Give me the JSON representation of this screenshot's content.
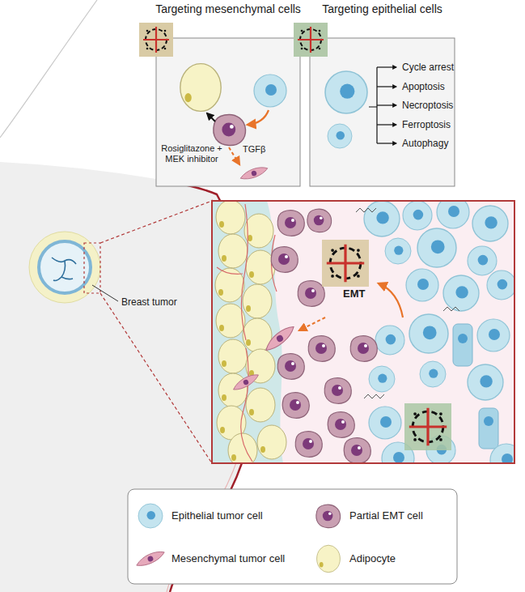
{
  "diagram": {
    "nodes": [
      {
        "text": [
          "Targeting mesenchymal cells"
        ]
      },
      {
        "text": [
          "Targeting epithelial cells"
        ]
      }
    ],
    "labels": [
      "Rosiglitazone + MEK inhibitor",
      "TGFβ",
      "Cycle arrest",
      "Apoptosis",
      "Necroptosis",
      "Ferroptosis",
      "Autophagy",
      "Breast tumor",
      "EMT"
    ],
    "legend": [
      {
        "text": "Epithelial tumor cell"
      },
      {
        "text": "Partial EMT cell"
      },
      {
        "text": "Mesenchymal tumor cell"
      },
      {
        "text": "Adipocyte"
      }
    ]
  }
}
